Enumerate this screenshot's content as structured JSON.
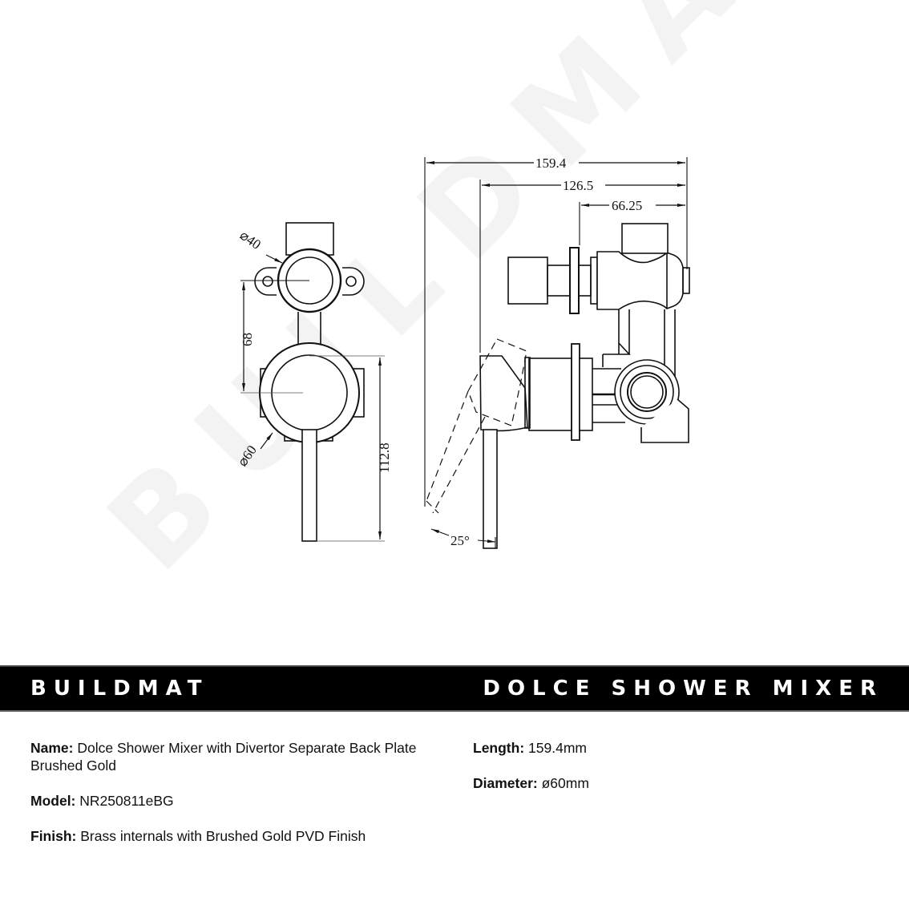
{
  "watermark": "BUILDMAT",
  "drawing": {
    "front_view": {
      "dimensions": {
        "top_diameter": "⌀40",
        "center_spacing": "68",
        "bottom_diameter": "⌀60",
        "height": "112.8"
      }
    },
    "side_view": {
      "dimensions": {
        "overall_length": "159.4",
        "plate_to_back": "126.5",
        "body_depth": "66.25",
        "lever_rotation": "25°"
      }
    }
  },
  "banner": {
    "brand": "BUILDMAT",
    "product_title": "DOLCE SHOWER MIXER",
    "background": "#000000",
    "text_color": "#ffffff"
  },
  "specs": {
    "left": [
      {
        "label": "Name:",
        "value": "Dolce Shower Mixer with Divertor Separate Back Plate Brushed Gold"
      },
      {
        "label": "Model:",
        "value": "NR250811eBG"
      },
      {
        "label": "Finish:",
        "value": "Brass internals with Brushed Gold PVD Finish"
      }
    ],
    "right": [
      {
        "label": "Length:",
        "value": "159.4mm"
      },
      {
        "label": "Diameter:",
        "value": "ø60mm"
      }
    ]
  }
}
